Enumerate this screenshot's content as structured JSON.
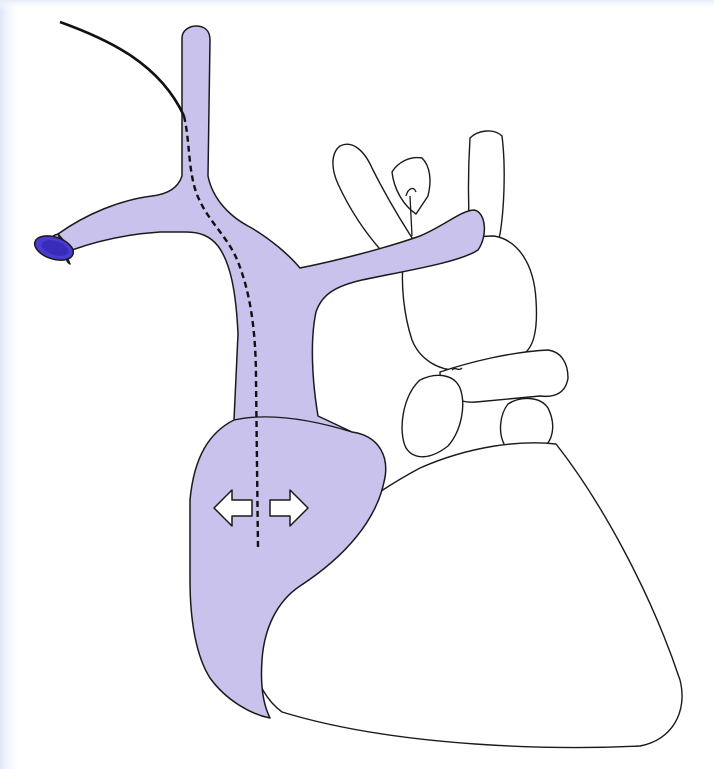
{
  "diagram": {
    "colors": {
      "background": "#ffffff",
      "edge_glow": "#e8eef9",
      "vein_fill": "#c8c2ec",
      "outline": "#1a1a1a",
      "vessel_lumen": "#4a3bd0",
      "arrow_fill": "#ffffff"
    },
    "parts": [
      {
        "id": "superior-vena-cava",
        "icon": "vein-icon"
      },
      {
        "id": "brachiocephalic-vein-left",
        "icon": "vein-icon"
      },
      {
        "id": "brachiocephalic-vein-right",
        "icon": "vein-icon"
      },
      {
        "id": "right-atrium",
        "icon": "chamber-icon"
      },
      {
        "id": "inferior-vena-cava",
        "icon": "vein-icon"
      },
      {
        "id": "aortic-arch",
        "icon": "artery-icon"
      },
      {
        "id": "pulmonary-trunk",
        "icon": "artery-icon"
      },
      {
        "id": "ventricles",
        "icon": "heart-icon"
      },
      {
        "id": "catheter",
        "icon": "catheter-icon"
      },
      {
        "id": "expansion-arrows",
        "icon": "double-arrow-icon"
      }
    ]
  }
}
